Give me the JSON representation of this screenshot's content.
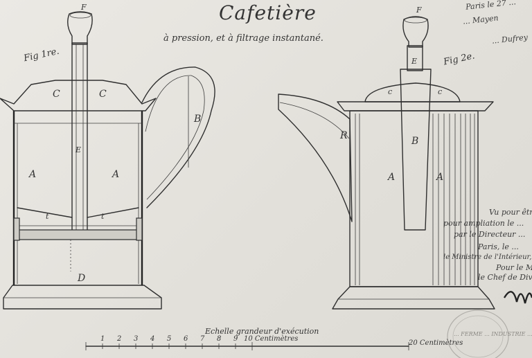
{
  "title": "Cafetière",
  "subtitle": "à pression, et à filtrage instantané.",
  "fig1_label": "Fig 1re.",
  "fig2_label": "Fig 2e.",
  "letters": {
    "f": "F",
    "c": "C",
    "c_small": "c",
    "b": "B",
    "e": "E",
    "a": "A",
    "d": "D",
    "r": "R",
    "t": "t"
  },
  "corner_notes": [
    "Paris le 27 ...",
    "... Mayen",
    "... Dufrey"
  ],
  "approval_lines": [
    "Vu pour être ...",
    "pour ampliation le ...",
    "par le Directeur ...",
    "Paris, le ...",
    "le Ministre de l'Intérieur, de l'Ag...",
    "Pour le M...",
    "le Chef de Divisio..."
  ],
  "scale_title": "Echelle grandeur d'exécution",
  "scale_numbers": [
    "1",
    "2",
    "3",
    "4",
    "5",
    "6",
    "7",
    "8",
    "9"
  ],
  "scale_unit_left": "10 Centimètres",
  "scale_unit_right": "20 Centimètres",
  "stamp_text": "... FERME ... INDUSTRIE ..."
}
